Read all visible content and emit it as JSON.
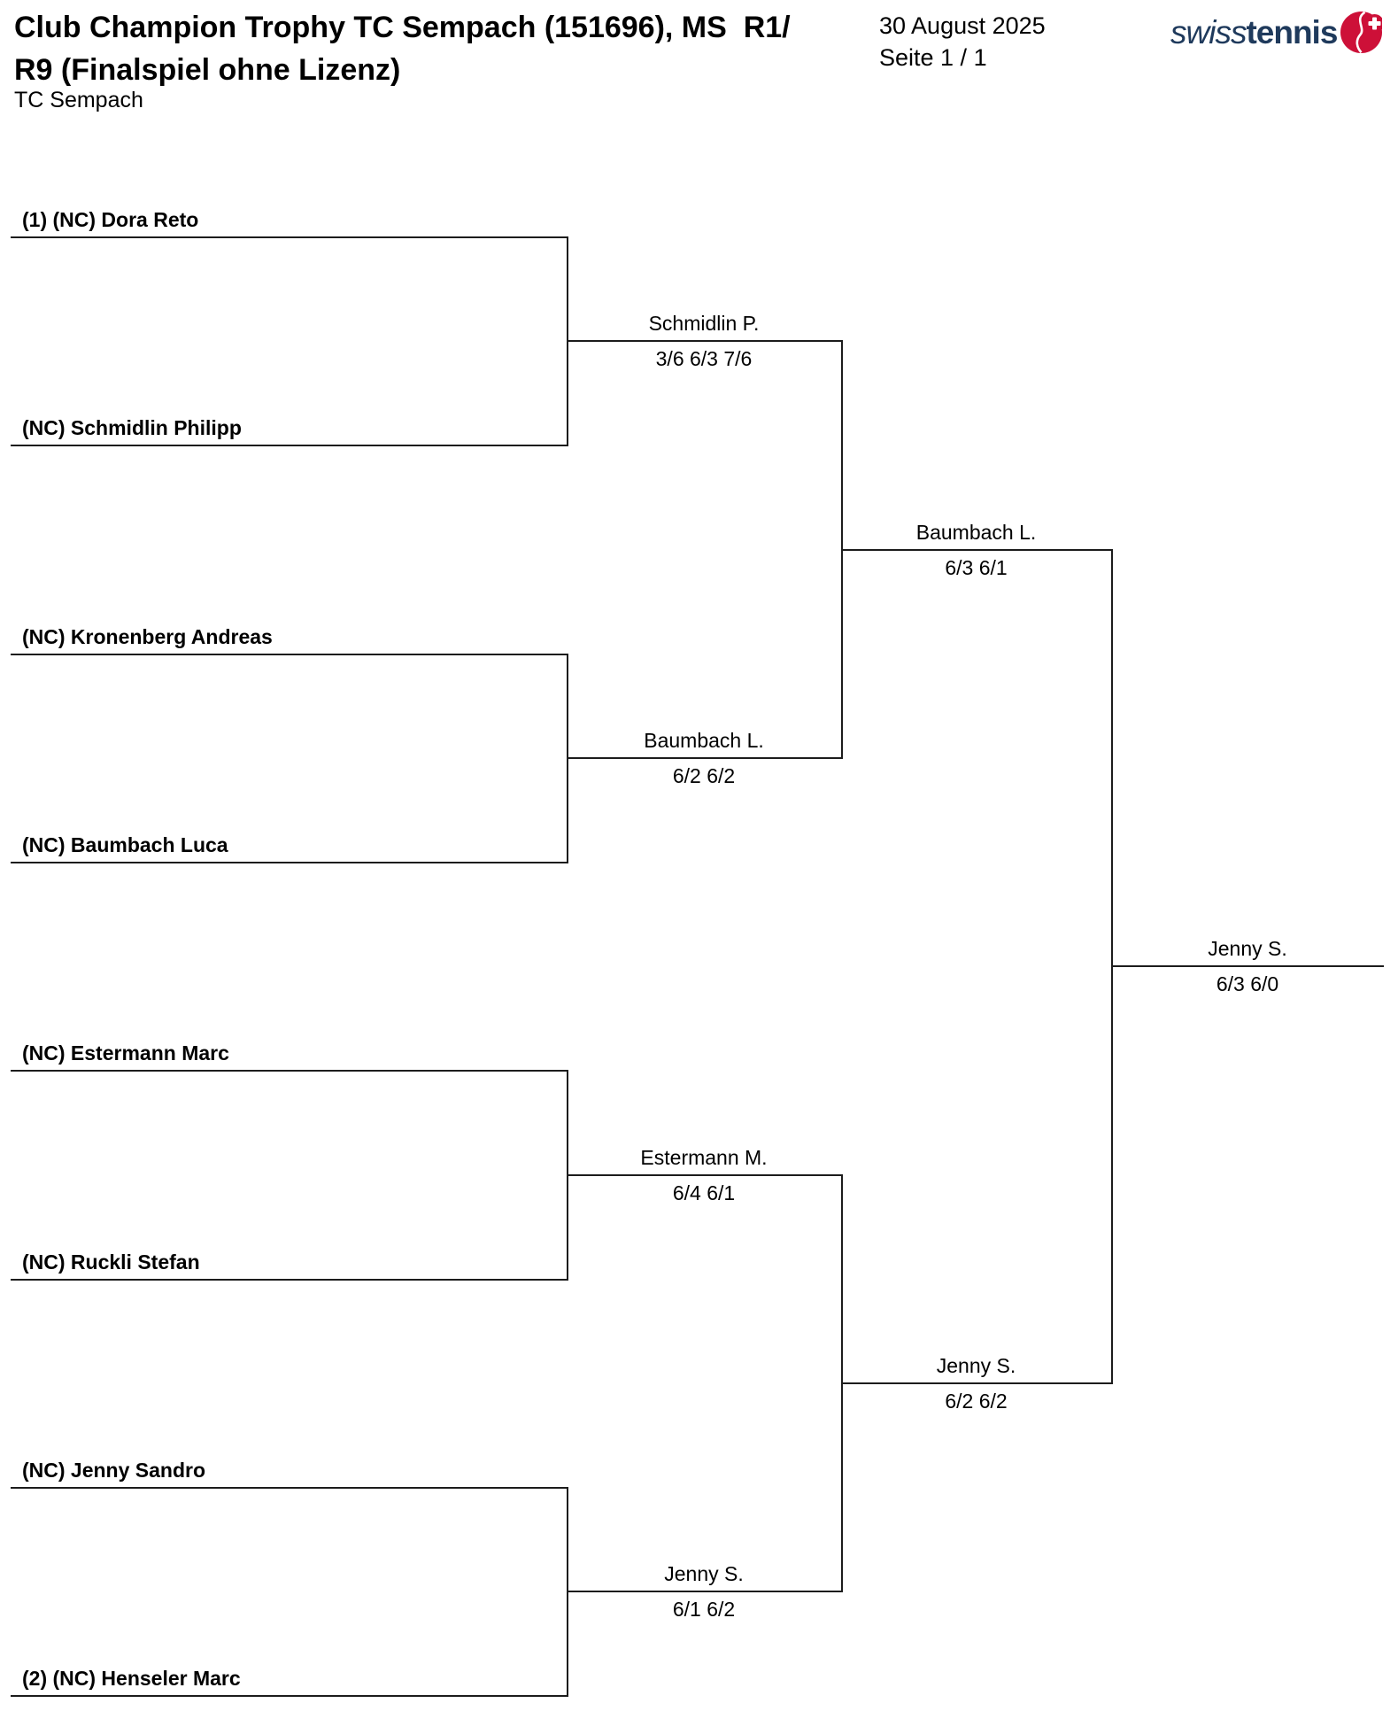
{
  "header": {
    "title_line1": "Club Champion Trophy TC Sempach (151696), MS  R1/",
    "title_line2": "R9 (Finalspiel ohne Lizenz)",
    "club": "TC Sempach",
    "date": "30 August 2025",
    "page": "Seite 1 / 1",
    "logo": {
      "brand_italic": "swiss",
      "brand_bold": "tennis",
      "navy": "#1f3a5c",
      "red": "#cd1038",
      "white": "#ffffff"
    }
  },
  "bracket": {
    "round1_players": [
      "(1) (NC) Dora Reto",
      "(NC) Schmidlin Philipp",
      "(NC) Kronenberg Andreas",
      "(NC) Baumbach Luca",
      "(NC) Estermann Marc",
      "(NC) Ruckli Stefan",
      "(NC) Jenny Sandro",
      "(2) (NC) Henseler Marc"
    ],
    "quarterfinals": [
      {
        "winner": "Schmidlin P.",
        "score": "3/6 6/3 7/6"
      },
      {
        "winner": "Baumbach L.",
        "score": "6/2 6/2"
      },
      {
        "winner": "Estermann M.",
        "score": "6/4 6/1"
      },
      {
        "winner": "Jenny S.",
        "score": "6/1 6/2"
      }
    ],
    "semifinals": [
      {
        "winner": "Baumbach L.",
        "score": "6/3 6/1"
      },
      {
        "winner": "Jenny S.",
        "score": "6/2 6/2"
      }
    ],
    "final": {
      "winner": "Jenny S.",
      "score": "6/3 6/0"
    }
  }
}
